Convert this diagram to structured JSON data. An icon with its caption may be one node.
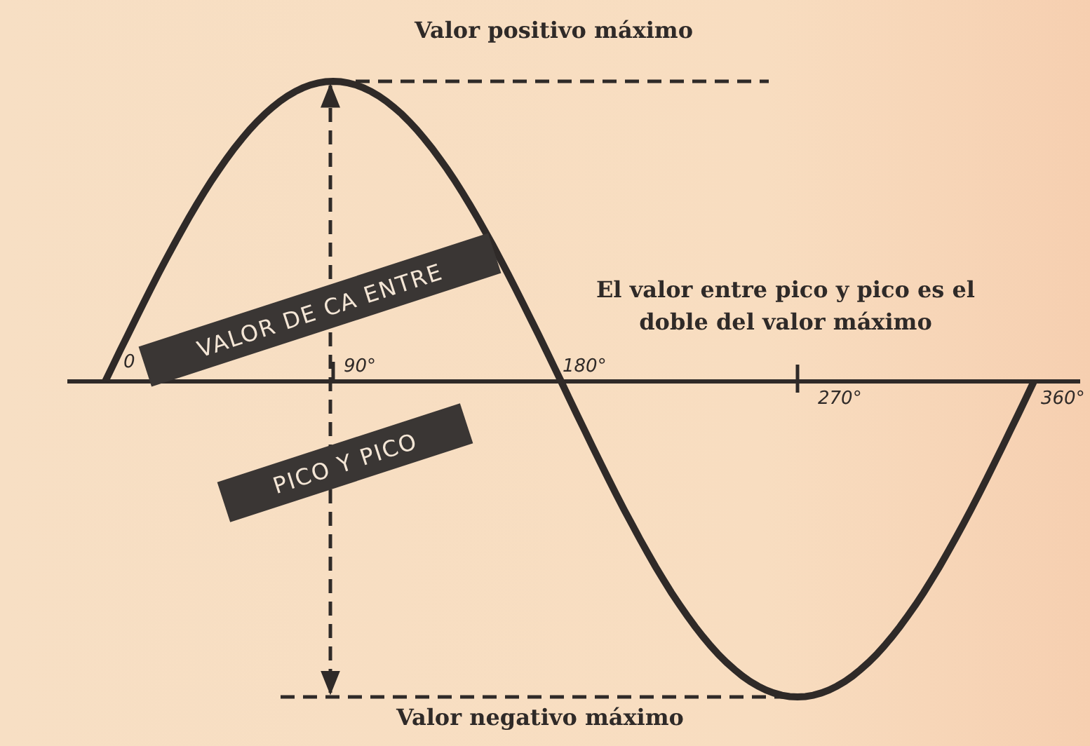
{
  "diagram": {
    "nodes": [
      {
        "text": [
          "VALOR DE CA ENTRE"
        ]
      },
      {
        "text": [
          "PICO Y PICO"
        ]
      }
    ],
    "labels": [
      "Valor positivo máximo",
      "El valor entre pico y pico es el doble del valor máximo",
      "0",
      "90°",
      "180°",
      "270°",
      "360°",
      "Valor negativo máximo"
    ]
  }
}
